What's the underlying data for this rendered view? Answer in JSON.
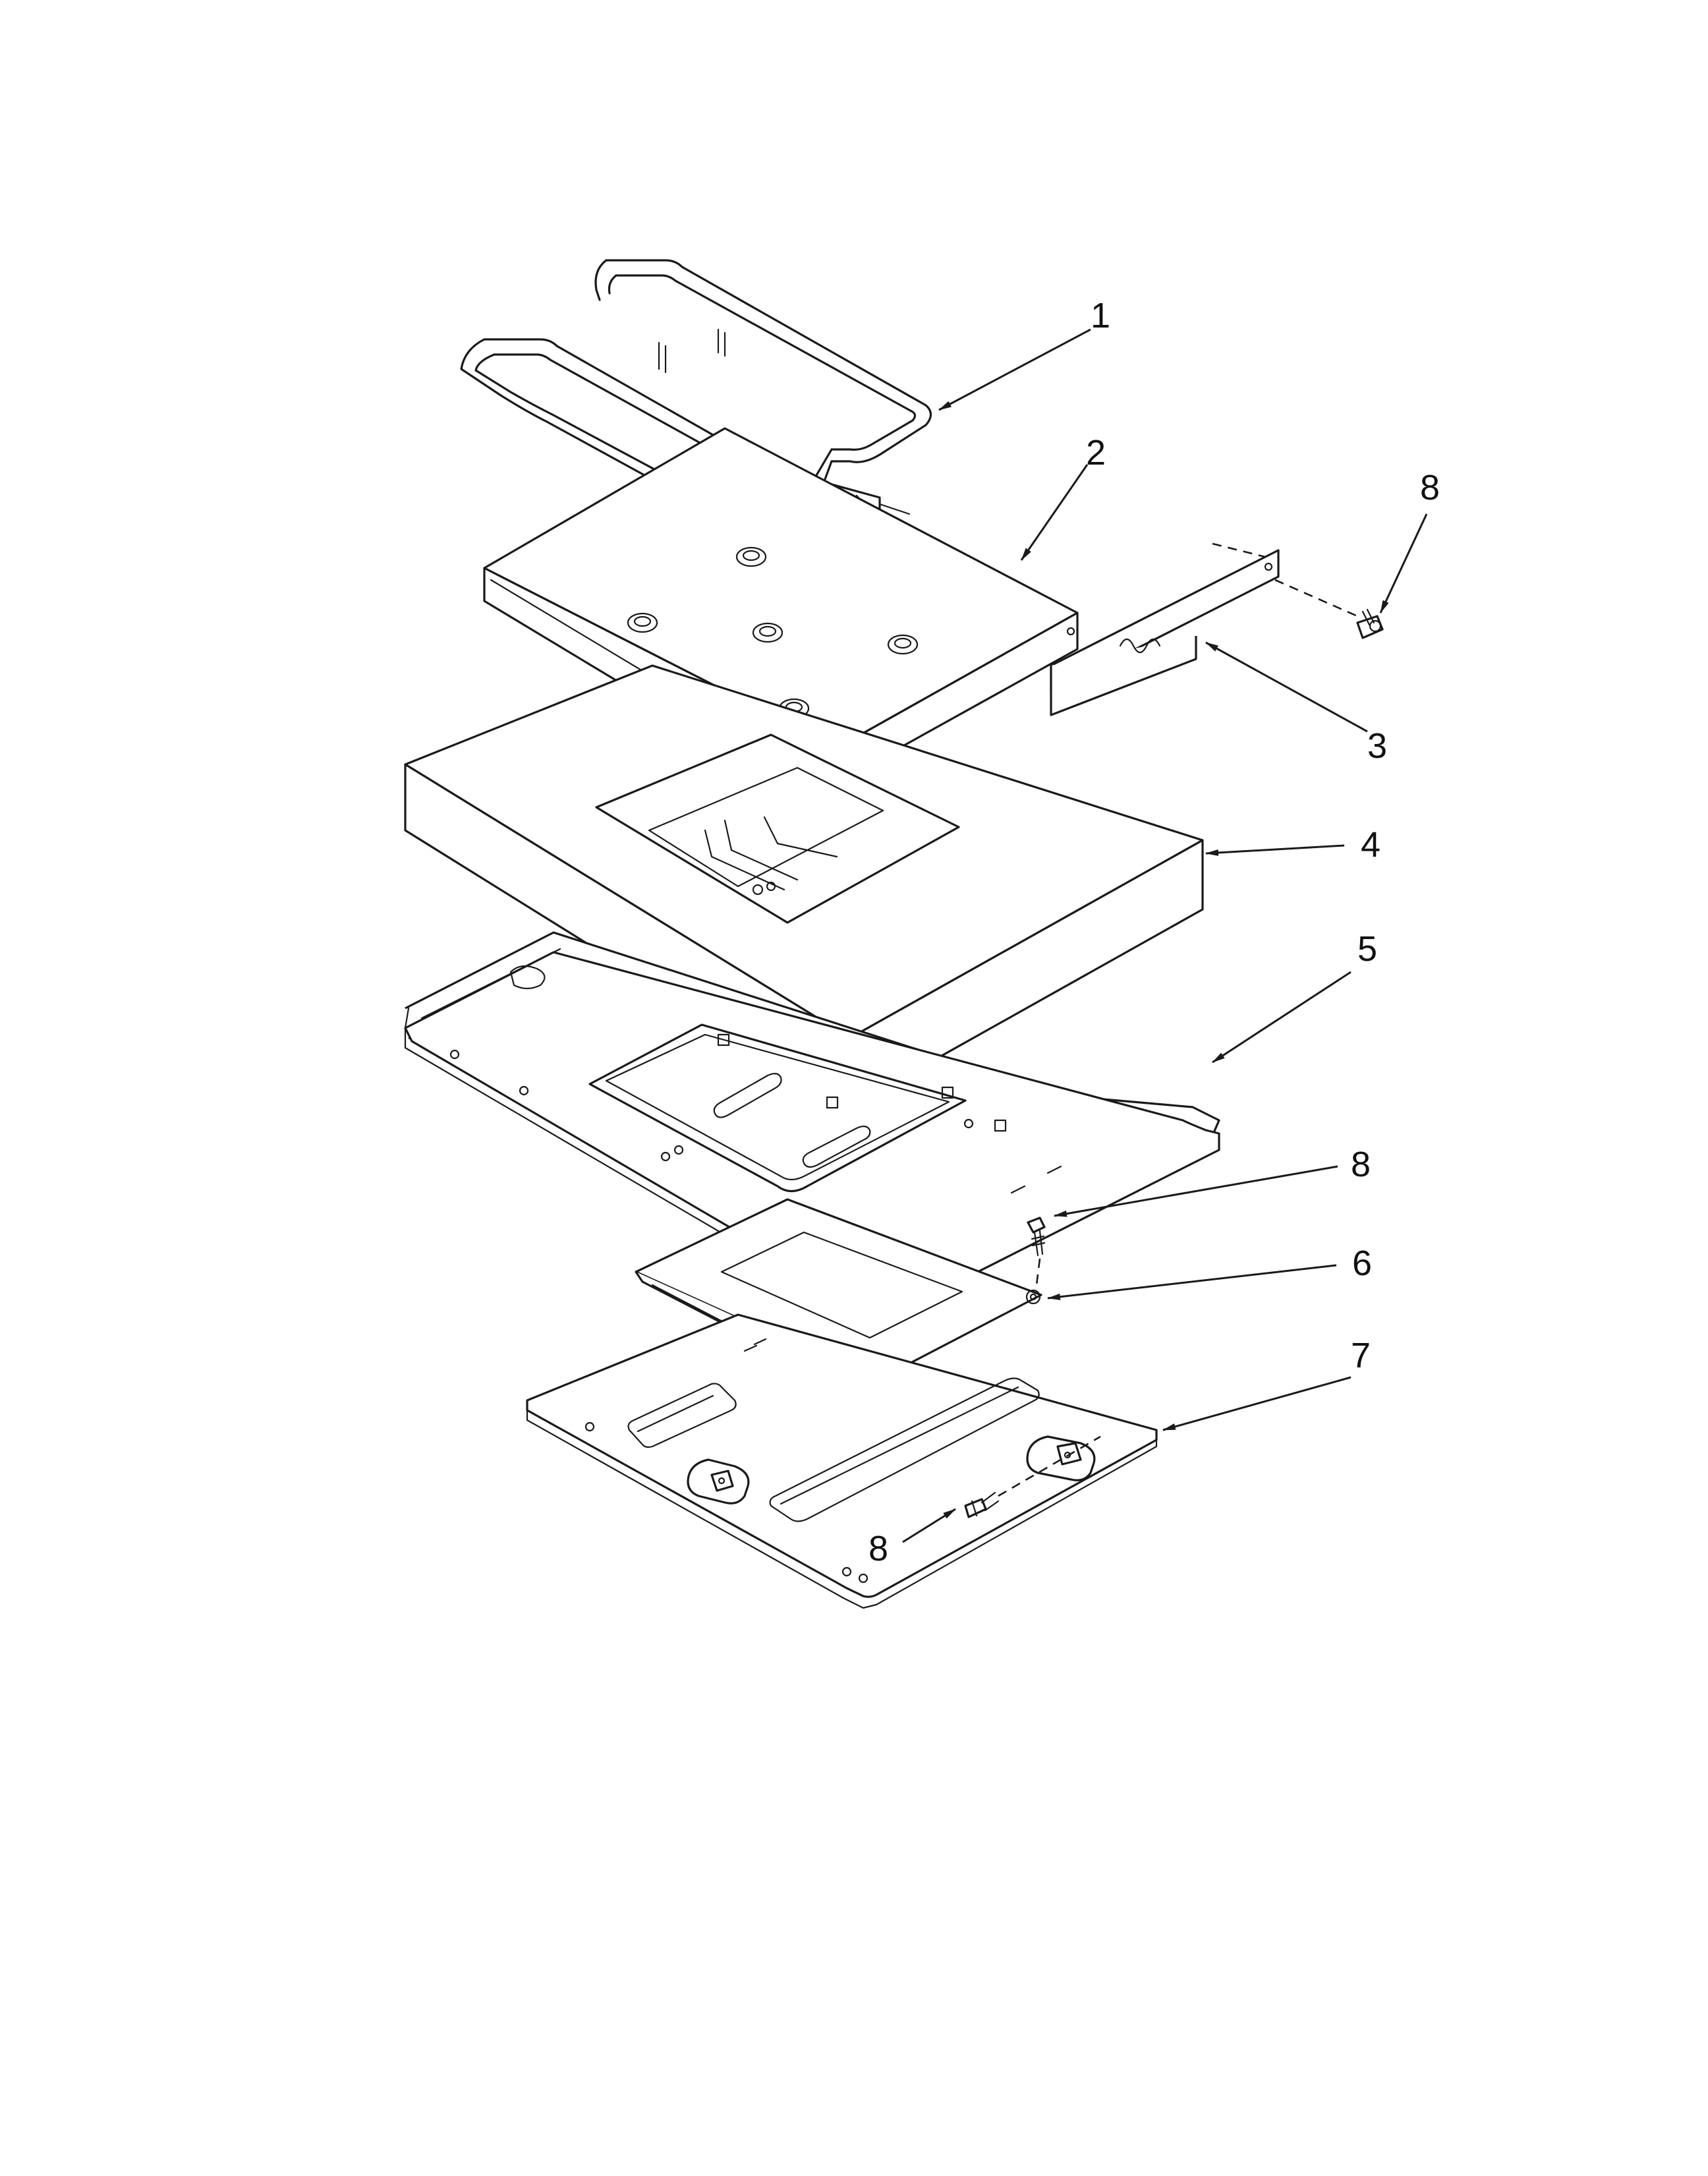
{
  "callouts": [
    {
      "id": "c1",
      "number": "1"
    },
    {
      "id": "c2",
      "number": "2"
    },
    {
      "id": "c3",
      "number": "3"
    },
    {
      "id": "c4",
      "number": "4"
    },
    {
      "id": "c5",
      "number": "5"
    },
    {
      "id": "c6",
      "number": "6"
    },
    {
      "id": "c7",
      "number": "7"
    },
    {
      "id": "c8a",
      "number": "8"
    },
    {
      "id": "c8b",
      "number": "8"
    },
    {
      "id": "c8c",
      "number": "8"
    }
  ]
}
